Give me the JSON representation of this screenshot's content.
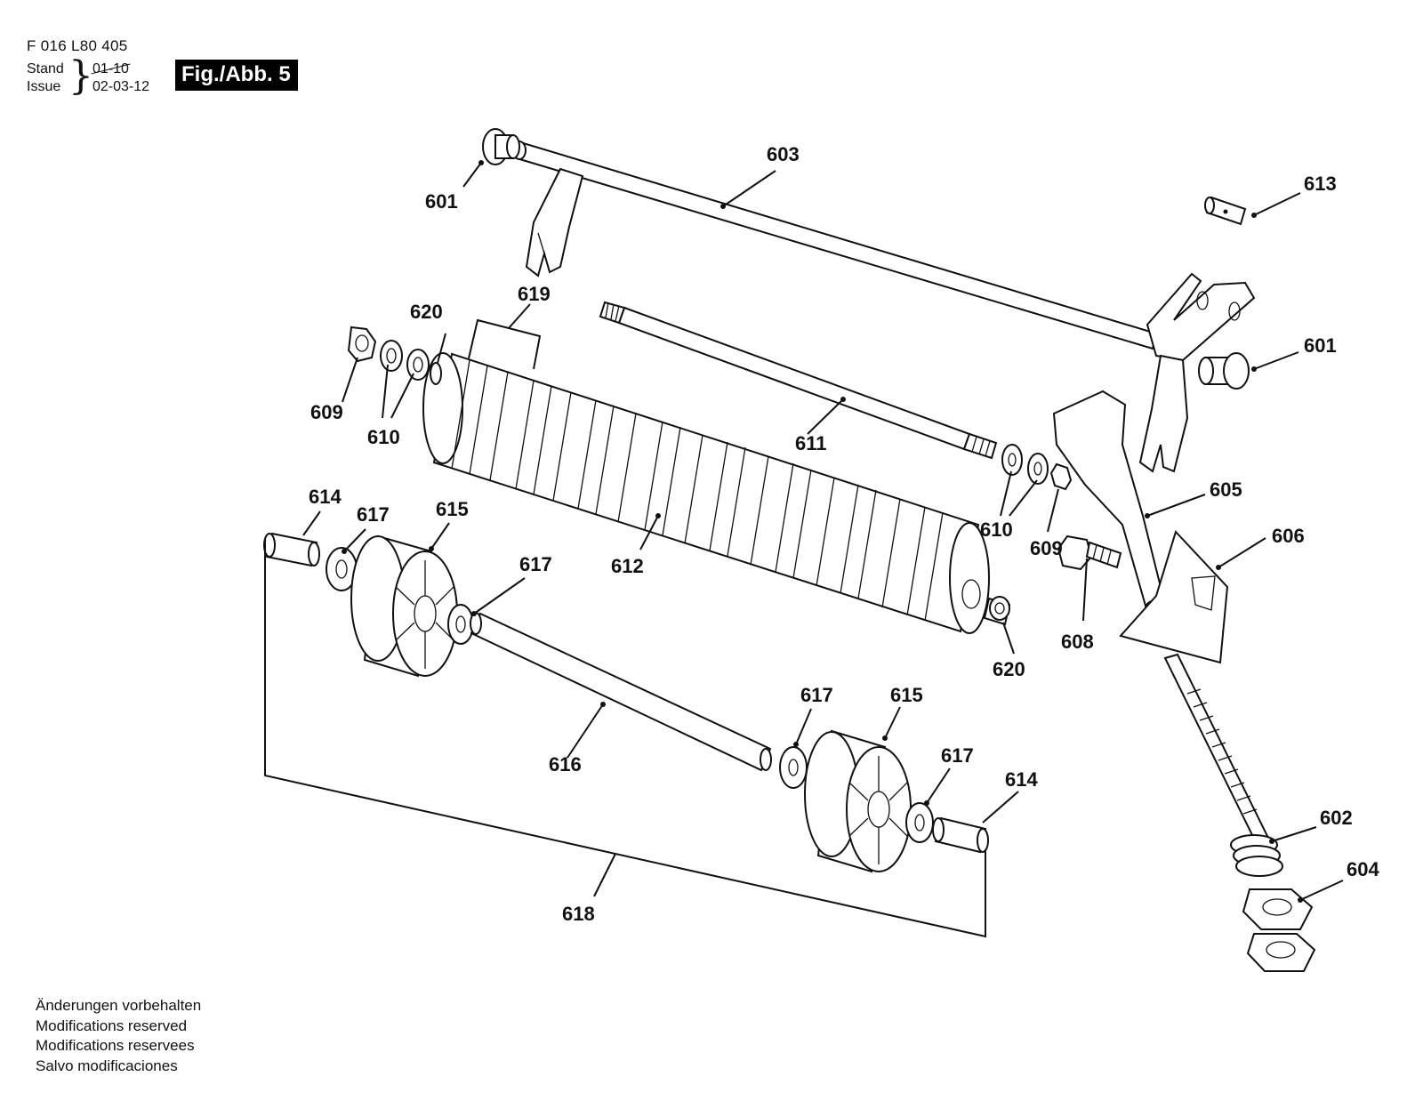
{
  "header": {
    "doc_number": "F 016 L80 405",
    "stand_label": "Stand",
    "issue_label": "Issue",
    "stand_old_value": "01-10",
    "issue_value": "02-03-12",
    "figure_label": "Fig./Abb. 5"
  },
  "callouts": {
    "p601a": "601",
    "p601b": "601",
    "p602": "602",
    "p603": "603",
    "p604": "604",
    "p605": "605",
    "p606": "606",
    "p608": "608",
    "p609a": "609",
    "p609b": "609",
    "p610a": "610",
    "p610b": "610",
    "p611": "611",
    "p612": "612",
    "p613": "613",
    "p614a": "614",
    "p614b": "614",
    "p615a": "615",
    "p615b": "615",
    "p616": "616",
    "p617a": "617",
    "p617b": "617",
    "p617c": "617",
    "p617d": "617",
    "p618": "618",
    "p619": "619",
    "p620a": "620",
    "p620b": "620"
  },
  "footer": {
    "lines": [
      "Änderungen vorbehalten",
      "Modifications reserved",
      "Modifications reservees",
      "Salvo modificaciones"
    ]
  }
}
